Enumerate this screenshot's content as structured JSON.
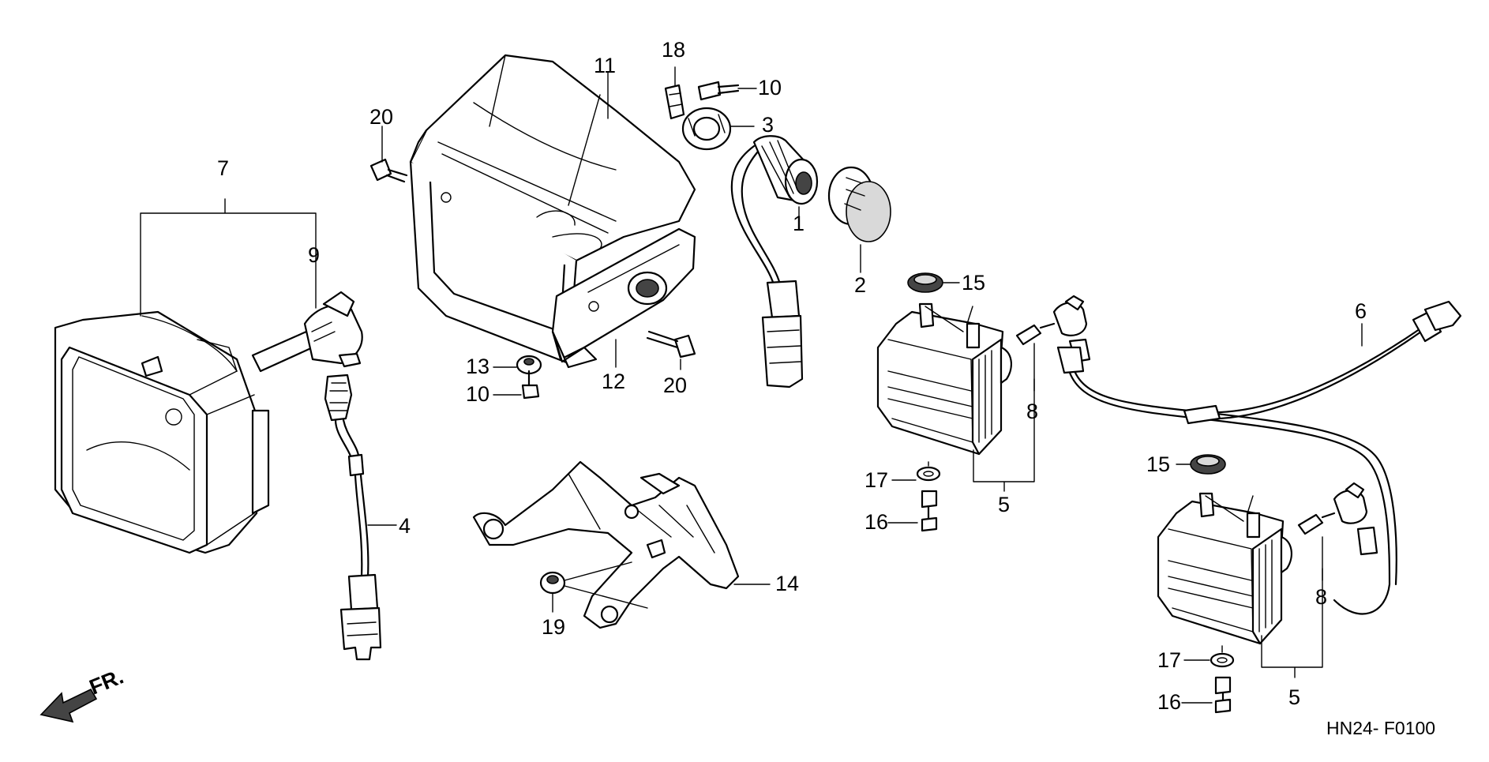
{
  "diagram": {
    "code": "HN24- F0100",
    "front_label": "FR.",
    "callouts": {
      "c1": "1",
      "c2": "2",
      "c3": "3",
      "c4": "4",
      "c5a": "5",
      "c5b": "5",
      "c6": "6",
      "c7": "7",
      "c8a": "8",
      "c8b": "8",
      "c9": "9",
      "c10a": "10",
      "c10b": "10",
      "c11": "11",
      "c12": "12",
      "c13": "13",
      "c14": "14",
      "c15a": "15",
      "c15b": "15",
      "c16a": "16",
      "c16b": "16",
      "c17a": "17",
      "c17b": "17",
      "c18": "18",
      "c19": "19",
      "c20a": "20",
      "c20b": "20"
    }
  }
}
